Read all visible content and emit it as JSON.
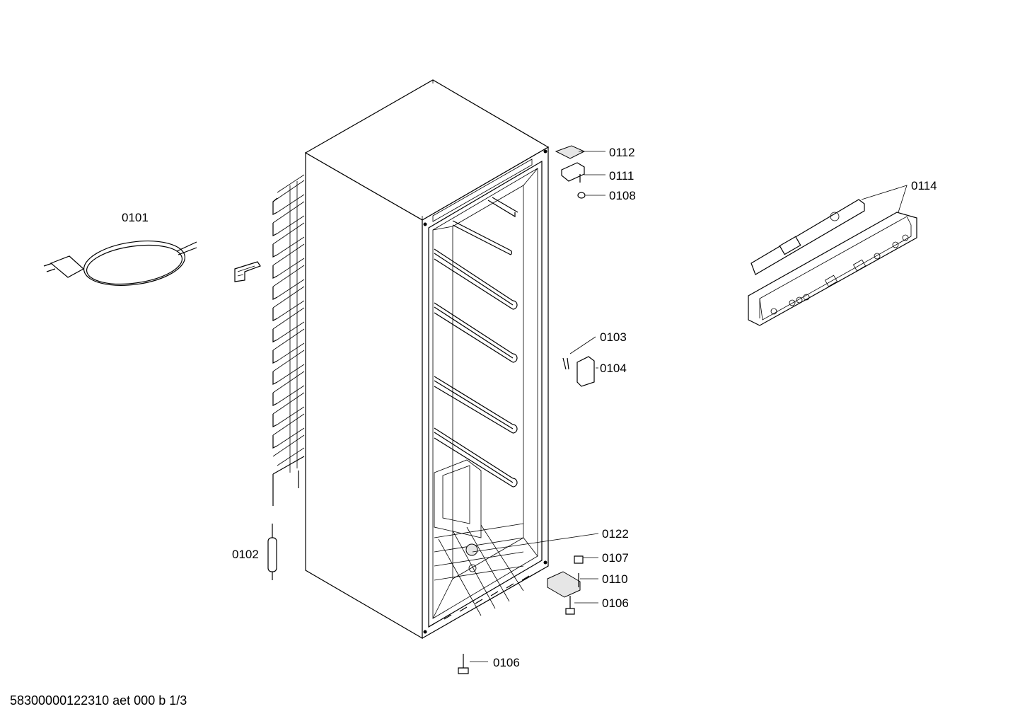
{
  "labels": {
    "l0101": "0101",
    "l0102": "0102",
    "l0103": "0103",
    "l0104": "0104",
    "l0106a": "0106",
    "l0106b": "0106",
    "l0107": "0107",
    "l0108": "0108",
    "l0110": "0110",
    "l0111": "0111",
    "l0112": "0112",
    "l0114": "0114",
    "l0122": "0122"
  },
  "footer": "58300000122310 aet 000 b 1/3"
}
